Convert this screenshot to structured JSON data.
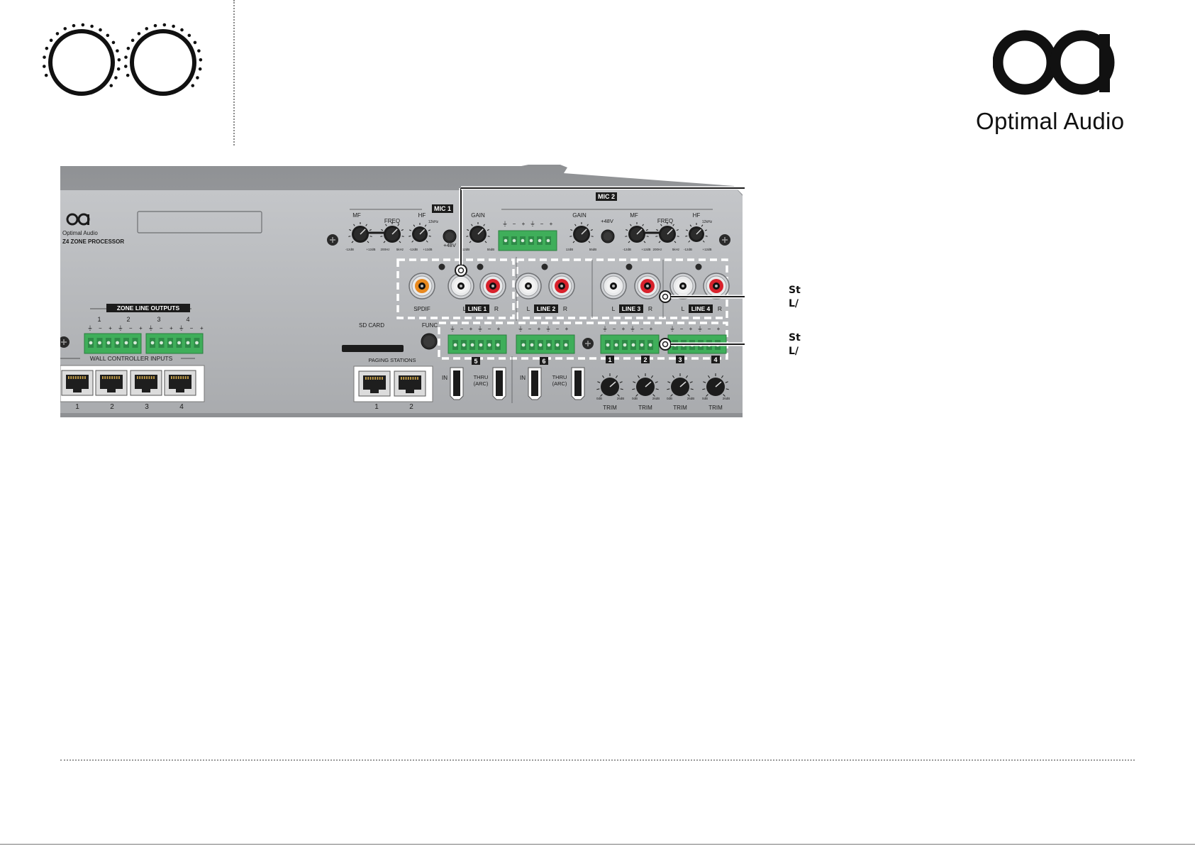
{
  "brand": {
    "name": "Optimal Audio",
    "logo_icon": "oa-monogram"
  },
  "colors": {
    "chassis": "#b3b5b8",
    "connector_green": "#3fae5a",
    "rca_red": "#d8222c",
    "rca_white": "#f2f2f2",
    "spdif_orange": "#e8891f",
    "highlight_dash": "#ffffff",
    "text": "#111111"
  },
  "device": {
    "brand_small": "Optimal Audio",
    "model": "Z4 ZONE PROCESSOR",
    "mic1": {
      "label": "MIC 1",
      "mf": "MF",
      "freq": "FREQ",
      "hf": "HF",
      "hf_freq": "12kHz",
      "phantom": "+48V",
      "gain": "GAIN",
      "scale": [
        "-12dB",
        "+12dB",
        "200Hz",
        "5kHz",
        "-12dB",
        "+12dB",
        "12dB",
        "55dB"
      ]
    },
    "mic2": {
      "label": "MIC 2",
      "gain": "GAIN",
      "phantom": "+48V",
      "mf": "MF",
      "freq": "FREQ",
      "hf": "HF",
      "hf_freq": "12kHz",
      "scale": [
        "12dB",
        "55dB",
        "-12dB",
        "+12dB",
        "200Hz",
        "5kHz",
        "-12dB",
        "+12dB"
      ]
    },
    "mic_terminal_signs": [
      "⏚",
      "−",
      "+",
      "⏚",
      "−",
      "+"
    ],
    "rca_inputs": {
      "spdif": "SPDIF",
      "lines": [
        {
          "l": "L",
          "label": "LINE 1",
          "r": "R"
        },
        {
          "l": "L",
          "label": "LINE 2",
          "r": "R"
        },
        {
          "l": "L",
          "label": "LINE 3",
          "r": "R"
        },
        {
          "l": "L",
          "label": "LINE 4",
          "r": "R"
        }
      ]
    },
    "zone_outputs": {
      "label": "ZONE LINE OUTPUTS",
      "numbers": [
        "1",
        "2",
        "3",
        "4"
      ],
      "signs": [
        "⏚",
        "−",
        "+",
        "⏚",
        "−",
        "+",
        "⏚",
        "−",
        "+",
        "⏚",
        "−",
        "+"
      ]
    },
    "wall_controllers": {
      "label": "WALL CONTROLLER INPUTS",
      "numbers": [
        "1",
        "2",
        "3",
        "4"
      ]
    },
    "sd_card": "SD CARD",
    "func": "FUNC",
    "paging": {
      "label": "PAGING STATIONS",
      "numbers": [
        "1",
        "2"
      ]
    },
    "balanced_inputs": {
      "numbers": [
        "5",
        "6"
      ],
      "signs": [
        "⏚",
        "−",
        "+",
        "⏚",
        "−",
        "+"
      ]
    },
    "hdmi": [
      {
        "in": "IN",
        "thru": "THRU",
        "arc": "(ARC)"
      },
      {
        "in": "IN",
        "thru": "THRU",
        "arc": "(ARC)"
      }
    ],
    "trims": {
      "numbers": [
        "1",
        "2",
        "3",
        "4"
      ],
      "label": "TRIM",
      "min": "0dB",
      "max": "26dB"
    }
  },
  "callouts": [
    {
      "line1": "St",
      "line2": "L/"
    },
    {
      "line1": "St",
      "line2": "L/"
    }
  ]
}
